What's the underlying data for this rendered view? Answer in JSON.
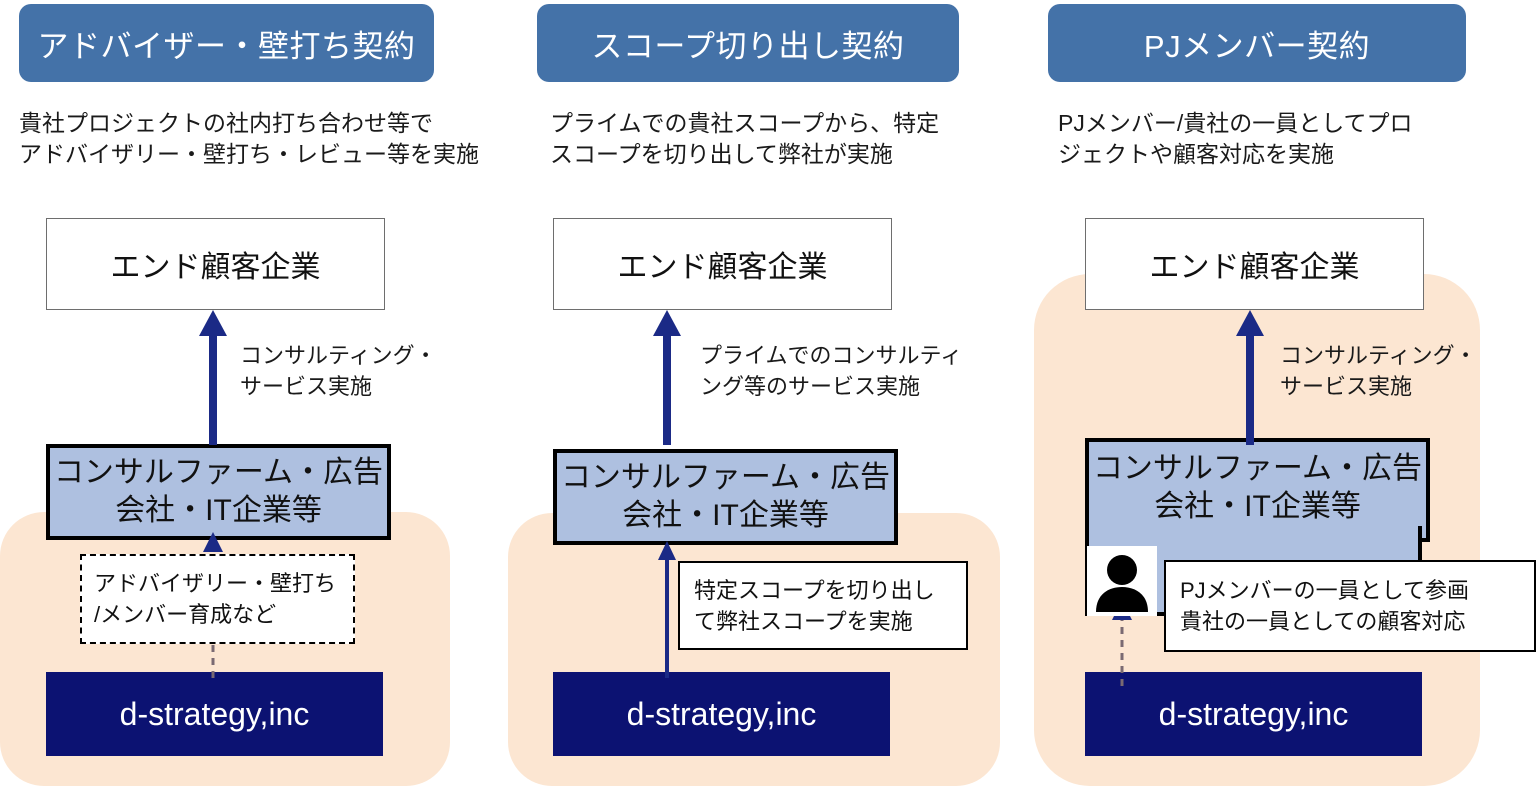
{
  "colors": {
    "pill_bg": "#4472A8",
    "peach_bg": "#FCE6D2",
    "firm_box_bg": "#AEC0E0",
    "navy_box_bg": "#0C1272",
    "arrow_navy": "#1B2A86",
    "dashed_arrow": "#6b5a6e"
  },
  "columns": [
    {
      "id": "advisor",
      "pill_label": "アドバイザー・壁打ち契約",
      "description": "貴社プロジェクトの社内打ち合わせ等で\nアドバイザリー・壁打ち・レビュー等を実施",
      "end_customer_label": "エンド顧客企業",
      "arrow_caption": "コンサルティング・\nサービス実施",
      "firm_label": "コンサルファーム・広告\n会社・IT企業等",
      "callout_text": "アドバイザリー・壁打ち\n/メンバー育成など",
      "callout_style": "dashed",
      "company_label": "d-strategy,inc",
      "person_icon": false
    },
    {
      "id": "scope",
      "pill_label": "スコープ切り出し契約",
      "description": "プライムでの貴社スコープから、特定\nスコープを切り出して弊社が実施",
      "end_customer_label": "エンド顧客企業",
      "arrow_caption": "プライムでのコンサルティ\nング等のサービス実施",
      "firm_label": "コンサルファーム・広告\n会社・IT企業等",
      "callout_text": "特定スコープを切り出し\nて弊社スコープを実施",
      "callout_style": "solid",
      "company_label": "d-strategy,inc",
      "person_icon": false
    },
    {
      "id": "pj-member",
      "pill_label": "PJメンバー契約",
      "description": "PJメンバー/貴社の一員としてプロ\nジェクトや顧客対応を実施",
      "end_customer_label": "エンド顧客企業",
      "arrow_caption": "コンサルティング・\nサービス実施",
      "firm_label": "コンサルファーム・広告\n会社・IT企業等",
      "callout_text": "PJメンバーの一員として参画\n貴社の一員としての顧客対応",
      "callout_style": "solid",
      "company_label": "d-strategy,inc",
      "person_icon": true,
      "person_icon_name": "person-avatar-icon"
    }
  ]
}
